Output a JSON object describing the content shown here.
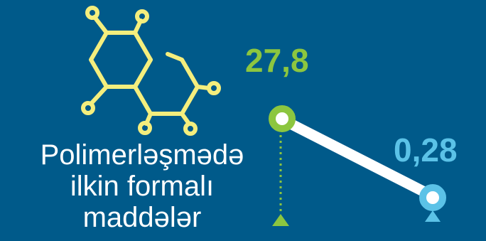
{
  "caption": {
    "lines": [
      "Polimerləşmədə",
      "ilkin formalı",
      "maddələr"
    ]
  },
  "values": {
    "high": "27,8",
    "low": "0,28"
  },
  "icons": {
    "molecule": "molecule-icon",
    "arrow": "up-arrow-icon"
  },
  "colors": {
    "background": "#005a8a",
    "green": "#8cc63f",
    "blue": "#5bc2e7",
    "yellow": "#f4ee7d",
    "white": "#ffffff"
  }
}
